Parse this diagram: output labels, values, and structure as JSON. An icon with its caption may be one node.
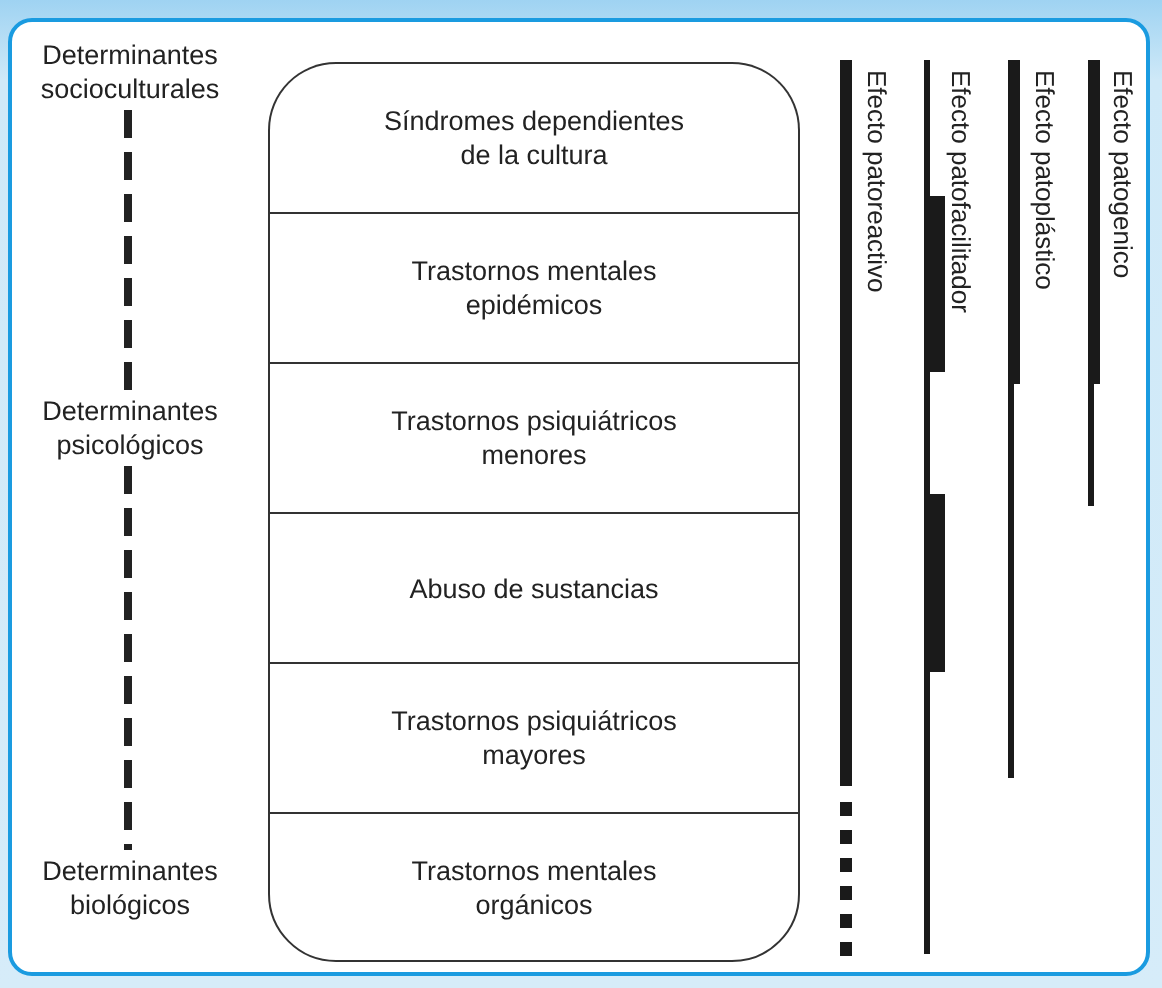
{
  "diagram": {
    "nodes": [
      {
        "text": [
          "Determinantes socioculturales"
        ]
      },
      {
        "text": [
          "Determinantes psicológicos"
        ]
      },
      {
        "text": [
          "Determinantes biológicos"
        ]
      },
      {
        "text": [
          "Síndromes dependientes de la cultura"
        ]
      },
      {
        "text": [
          "Trastornos mentales epidémicos"
        ]
      },
      {
        "text": [
          "Trastornos psiquiátricos menores"
        ]
      },
      {
        "text": [
          "Abuso de sustancias"
        ]
      },
      {
        "text": [
          "Trastornos psiquiátricos mayores"
        ]
      },
      {
        "text": [
          "Trastornos mentales orgánicos"
        ]
      }
    ],
    "edges": [
      {
        "from": 0,
        "to": 1,
        "arrow": "none",
        "style": "dashed"
      },
      {
        "from": 1,
        "to": 2,
        "arrow": "none",
        "style": "dashed"
      }
    ],
    "labels": [
      "Efecto patoreactivo",
      "Efecto patofacilitador",
      "Efecto patoplástico",
      "Efecto patogenico"
    ]
  }
}
